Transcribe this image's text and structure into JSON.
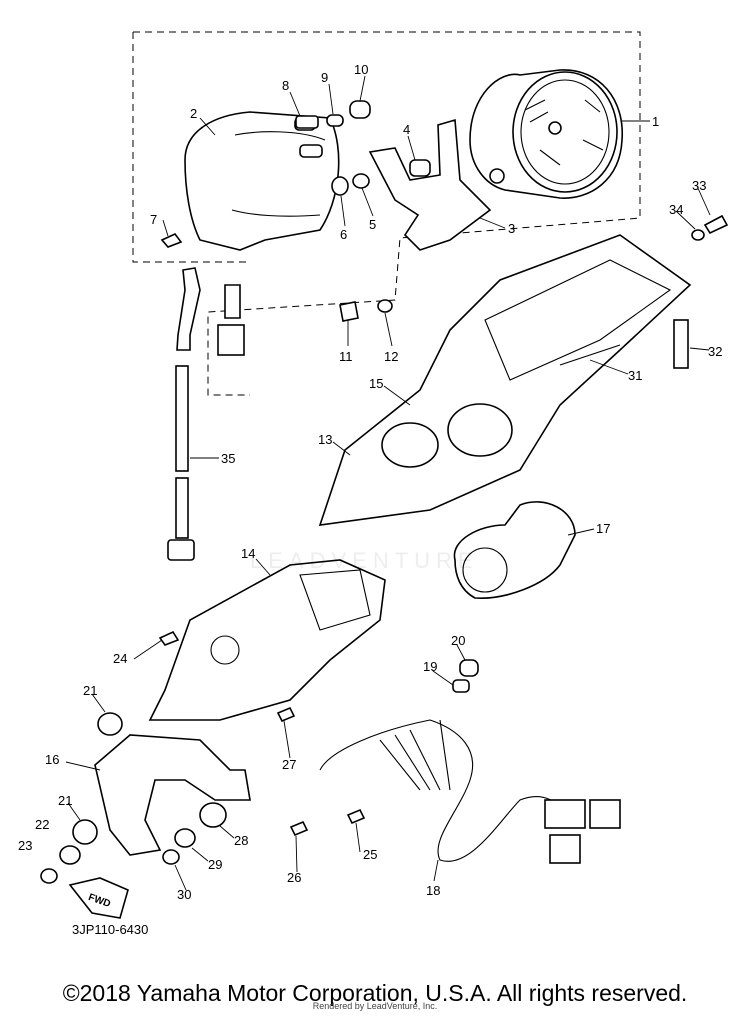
{
  "diagram": {
    "callouts": [
      "1",
      "2",
      "3",
      "4",
      "5",
      "6",
      "7",
      "8",
      "9",
      "10",
      "11",
      "12",
      "13",
      "14",
      "15",
      "16",
      "17",
      "18",
      "19",
      "20",
      "21",
      "21",
      "22",
      "23",
      "24",
      "25",
      "26",
      "27",
      "28",
      "29",
      "30",
      "31",
      "32",
      "33",
      "34",
      "35"
    ],
    "fwd_label": "FWD",
    "diagram_code": "3JP110-6430",
    "watermark": "LEADVENTURE"
  },
  "footer": {
    "copyright": "©2018 Yamaha Motor Corporation, U.S.A. All rights reserved.",
    "rendered_by": "Rendered by LeadVenture, Inc."
  }
}
